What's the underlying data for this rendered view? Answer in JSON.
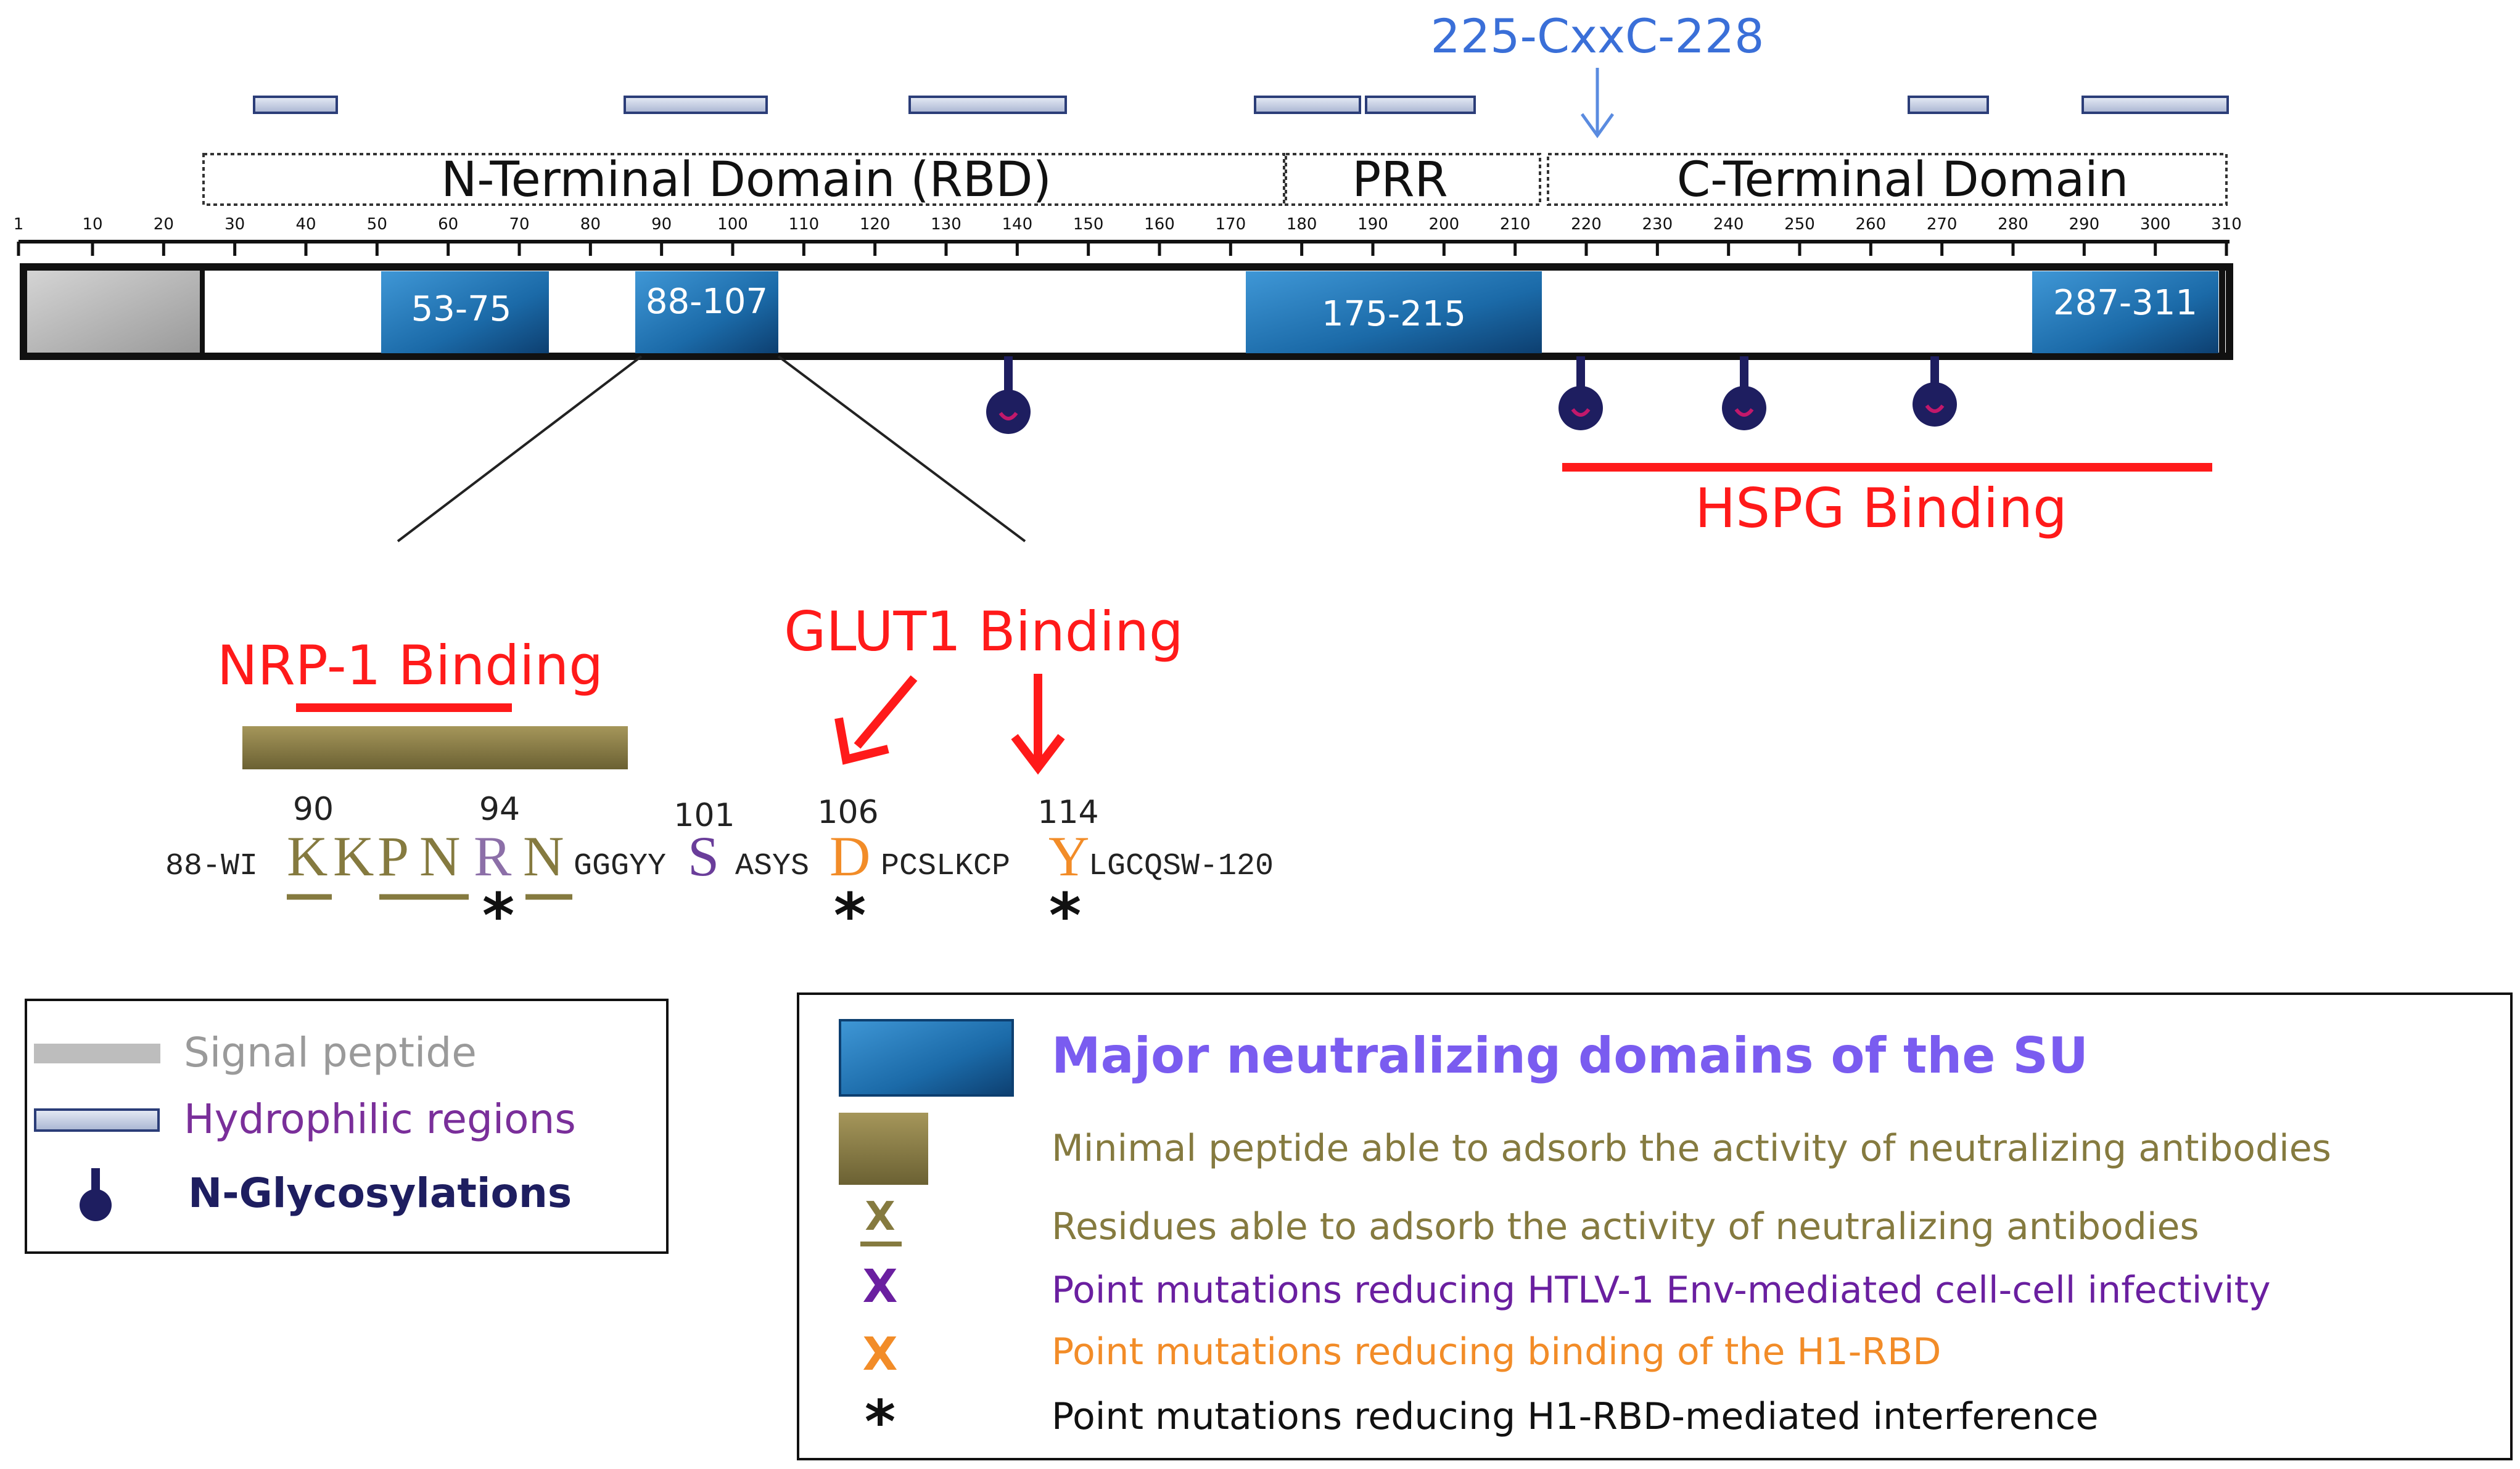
{
  "cxxc_label": "225-CxxC-228",
  "domains": {
    "n_terminal": "N-Terminal Domain (RBD)",
    "prr": "PRR",
    "c_terminal": "C-Terminal Domain"
  },
  "ruler": {
    "ticks": [
      "1",
      "10",
      "20",
      "30",
      "40",
      "50",
      "60",
      "70",
      "80",
      "90",
      "100",
      "110",
      "120",
      "130",
      "140",
      "150",
      "160",
      "170",
      "180",
      "190",
      "200",
      "210",
      "220",
      "230",
      "240",
      "250",
      "260",
      "270",
      "280",
      "290",
      "300",
      "310"
    ]
  },
  "neutralizing_boxes": [
    "53-75",
    "88-107",
    "175-215",
    "287-311"
  ],
  "hspg_label": "HSPG Binding",
  "nrp1_label": "NRP-1 Binding",
  "glut1_label": "GLUT1 Binding",
  "sequence": {
    "start": "88-WI",
    "end": "LGCQSW-120",
    "positions": {
      "p90": "90",
      "p94": "94",
      "p101": "101",
      "p106": "106",
      "p114": "114"
    },
    "residues": {
      "k90": "K",
      "k91": "K",
      "p92": "P",
      "n93": "N",
      "r94": "R",
      "n95": "N",
      "ggg": "GGGYY",
      "s101": "S",
      "asys": "ASYS",
      "d106": "D",
      "pcs": "PCSLKCP",
      "y114": "Y"
    },
    "star": "*"
  },
  "legend_left": {
    "signal_peptide": "Signal peptide",
    "hydrophilic": "Hydrophilic regions",
    "nglyco": "N-Glycosylations"
  },
  "legend_right": {
    "major": "Major neutralizing domains of the SU",
    "minimal": "Minimal peptide able to adsorb the activity of neutralizing antibodies",
    "residues": "Residues able to adsorb the activity of neutralizing antibodies",
    "purple": "Point mutations reducing HTLV-1 Env-mediated cell-cell infectivity",
    "orange": "Point mutations reducing binding of the H1-RBD",
    "star": "Point mutations reducing H1-RBD-mediated interference",
    "x_symbol": "X",
    "star_symbol": "*"
  },
  "colors": {
    "blue_domain": "#1f6fae",
    "hydrophilic_fill": "#c9d1e4",
    "olive": "#857a3f",
    "purple": "#6a3d9a",
    "orange": "#f28c28",
    "red": "#ff1a1a",
    "navy": "#1e1e60",
    "major_label": "#7a5cf0"
  }
}
